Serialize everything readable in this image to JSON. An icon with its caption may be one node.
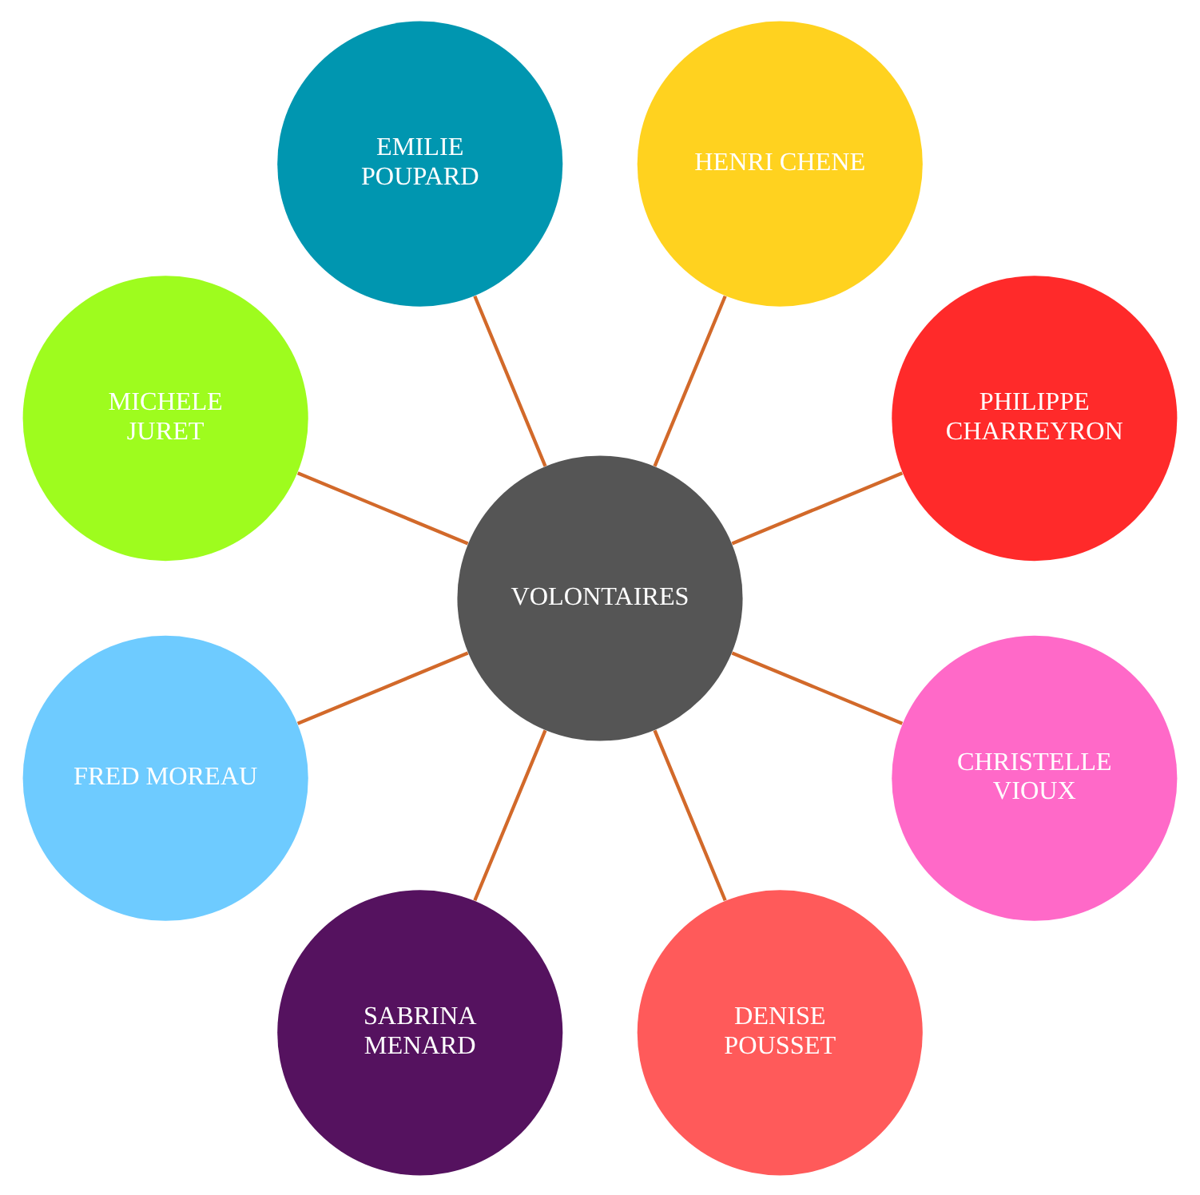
{
  "diagram": {
    "nodes": [
      {
        "text": [
          "PHILIPPE CHARREYRON"
        ]
      },
      {
        "text": [
          "HENRI CHENE"
        ]
      },
      {
        "text": [
          "EMILIE POUPARD"
        ]
      },
      {
        "text": [
          "MICHELE JURET"
        ]
      },
      {
        "text": [
          "VOLONTAIRES"
        ]
      },
      {
        "text": [
          "FRED MOREAU"
        ]
      },
      {
        "text": [
          "SABRINA MENARD"
        ]
      },
      {
        "text": [
          "DENISE POUSSET"
        ]
      },
      {
        "text": [
          "CHRISTELLE VIOUX"
        ]
      }
    ],
    "edges": [
      {
        "from": 4,
        "to": 0,
        "arrow": "none",
        "color": "#d2692a"
      },
      {
        "from": 4,
        "to": 1,
        "arrow": "none",
        "color": "#d2692a"
      },
      {
        "from": 4,
        "to": 3,
        "arrow": "none",
        "color": "#d2692a"
      },
      {
        "from": 4,
        "to": 5,
        "arrow": "none",
        "color": "#d2692a"
      },
      {
        "from": 4,
        "to": 8,
        "arrow": "none",
        "color": "#d2692a"
      },
      {
        "from": 4,
        "to": 7,
        "arrow": "none",
        "color": "#d2692a"
      },
      {
        "from": 4,
        "to": 6,
        "arrow": "none",
        "color": "#d2692a"
      },
      {
        "from": 4,
        "to": 2,
        "arrow": "none",
        "color": "#d2692a"
      }
    ]
  }
}
